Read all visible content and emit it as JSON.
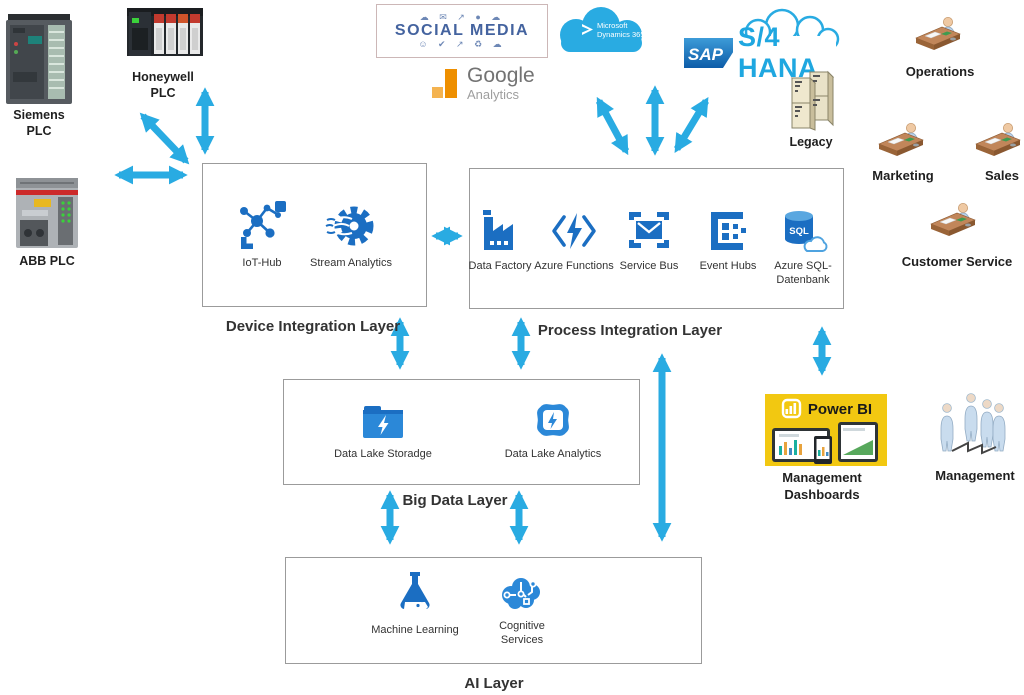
{
  "colors": {
    "arrow": "#29ABE2",
    "azure": "#1B6EC2",
    "azure_light": "#2B88D8",
    "powerbi_yellow": "#F2C811"
  },
  "plcs": {
    "siemens": {
      "line1": "Siemens",
      "line2": "PLC"
    },
    "honeywell": {
      "line1": "Honeywell",
      "line2": "PLC"
    },
    "abb": {
      "label": "ABB PLC"
    }
  },
  "cloud_sources": {
    "social_media": {
      "title": "SOCIAL MEDIA",
      "doodles_top": "☁ ✉ ↗ ● ☁",
      "doodles_bottom": "☺ ✔ ↗ ♻ ☁"
    },
    "google_analytics": {
      "line1": "Google",
      "line2": "Analytics"
    },
    "dynamics": {
      "line1": "Microsoft",
      "line2": "Dynamics 365"
    },
    "sap": {
      "logo": "SAP",
      "title": "S/4 HANA"
    },
    "legacy": {
      "label": "Legacy"
    }
  },
  "layers": {
    "device": {
      "label": "Device Integration Layer",
      "items": [
        {
          "label": "IoT-Hub"
        },
        {
          "label": "Stream Analytics"
        }
      ]
    },
    "process": {
      "label": "Process Integration Layer",
      "items": [
        {
          "label": "Data Factory"
        },
        {
          "label": "Azure Functions"
        },
        {
          "label": "Service Bus"
        },
        {
          "label": "Event Hubs"
        },
        {
          "label": "Azure SQL-",
          "label2": "Datenbank"
        }
      ]
    },
    "bigdata": {
      "label": "Big Data Layer",
      "items": [
        {
          "label": "Data Lake Storadge"
        },
        {
          "label": "Data Lake Analytics"
        }
      ]
    },
    "ai": {
      "label": "AI Layer",
      "items": [
        {
          "label": "Machine Learning"
        },
        {
          "label": "Cognitive",
          "label2": "Services"
        }
      ]
    }
  },
  "consumers": {
    "operations": "Operations",
    "marketing": "Marketing",
    "sales": "Sales",
    "customer_service": "Customer Service",
    "management": "Management"
  },
  "powerbi": {
    "brand": "Power BI",
    "caption_line1": "Management",
    "caption_line2": "Dashboards"
  },
  "sql_label": "SQL"
}
